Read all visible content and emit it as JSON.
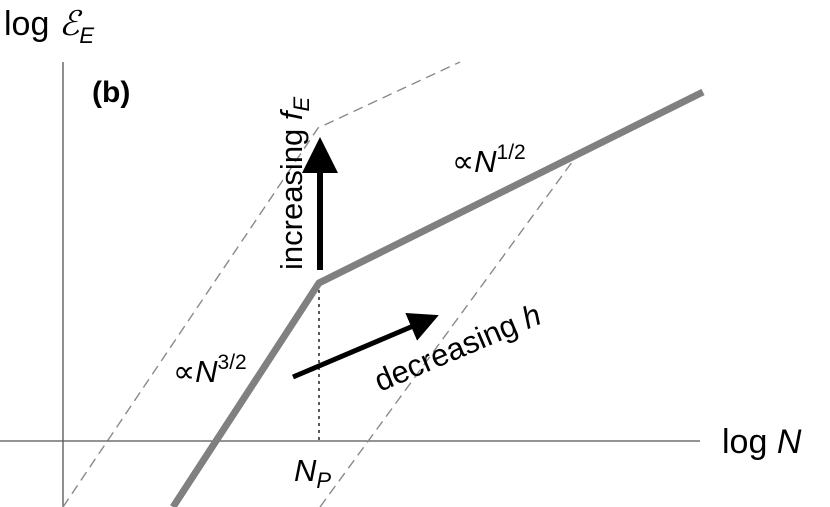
{
  "colors": {
    "background": "#ffffff",
    "axis": "#555555",
    "thick_curve": "#808080",
    "dashed_curve": "#8a8a8a",
    "arrow": "#000000",
    "text": "#000000"
  },
  "axes": {
    "y_label_prefix": "log ",
    "y_label_symbol": "ℰ",
    "y_label_subscript": "E",
    "x_label_prefix": "log ",
    "x_label_symbol": "N"
  },
  "panel_label": "(b)",
  "markers": {
    "np_symbol": "N",
    "np_subscript": "P"
  },
  "regimes": {
    "low": {
      "prefix": "∝",
      "symbol": "N",
      "exponent": "3/2"
    },
    "high": {
      "prefix": "∝",
      "symbol": "N",
      "exponent": "1/2"
    }
  },
  "arrows": {
    "up": {
      "text": "increasing ",
      "symbol": "f",
      "subscript": "E"
    },
    "diag": {
      "text": "decreasing ",
      "symbol": "h"
    }
  }
}
